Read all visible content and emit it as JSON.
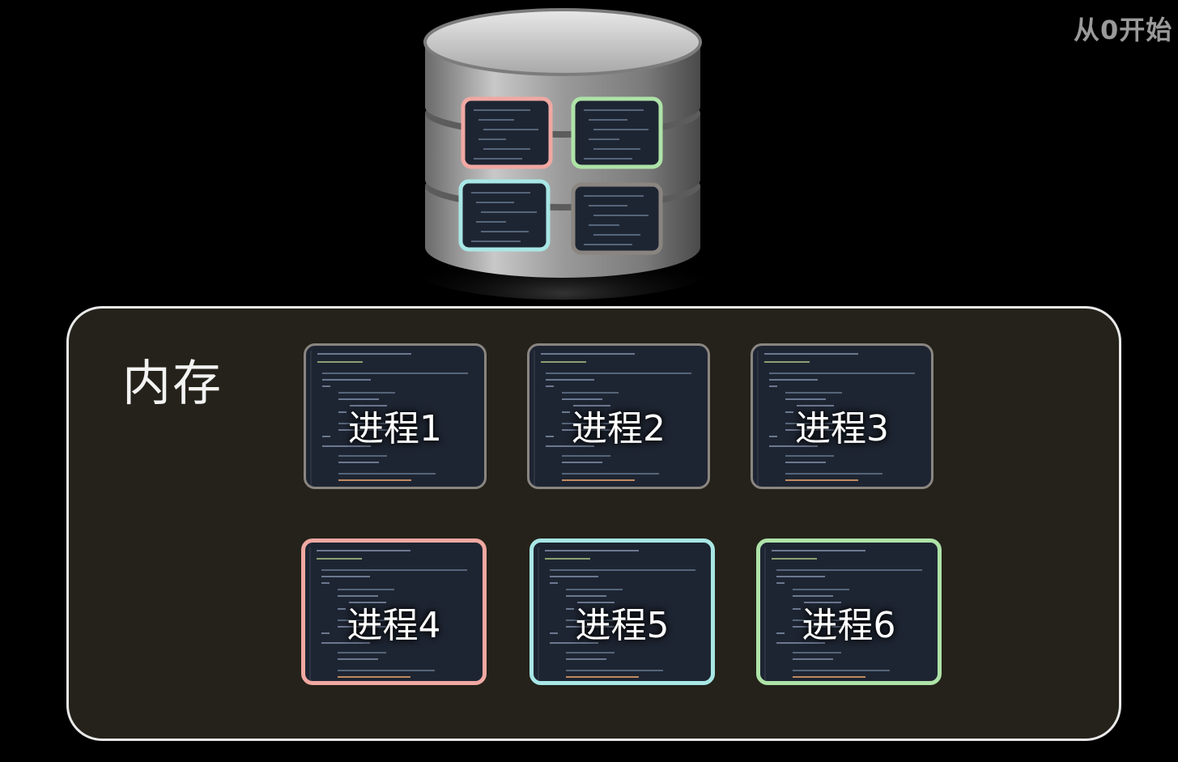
{
  "watermark": "从0开始",
  "memory": {
    "label": "内存",
    "processes": [
      {
        "label": "进程1",
        "border_color": "#8a8580"
      },
      {
        "label": "进程2",
        "border_color": "#8a8580"
      },
      {
        "label": "进程3",
        "border_color": "#8a8580"
      },
      {
        "label": "进程4",
        "border_color": "#f0a8a2"
      },
      {
        "label": "进程5",
        "border_color": "#a8e7e6"
      },
      {
        "label": "进程6",
        "border_color": "#aee3a8"
      }
    ]
  },
  "disk": {
    "icon": "database-cylinder-icon",
    "programs": [
      {
        "name": "program-pink",
        "border_color": "#f0a8a2"
      },
      {
        "name": "program-green",
        "border_color": "#aee3a8"
      },
      {
        "name": "program-cyan",
        "border_color": "#a8e7e6"
      },
      {
        "name": "program-gray",
        "border_color": "#8a8580"
      }
    ]
  }
}
